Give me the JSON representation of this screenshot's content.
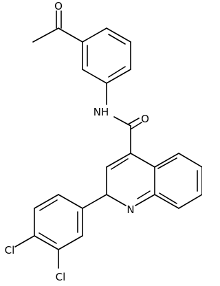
{
  "molecule": {
    "atom_labels": {
      "oxygen_ketone": "O",
      "amide_nh": "NH",
      "oxygen_amide": "O",
      "quinoline_n": "N",
      "chlorine_1": "Cl",
      "chlorine_2": "Cl"
    }
  }
}
